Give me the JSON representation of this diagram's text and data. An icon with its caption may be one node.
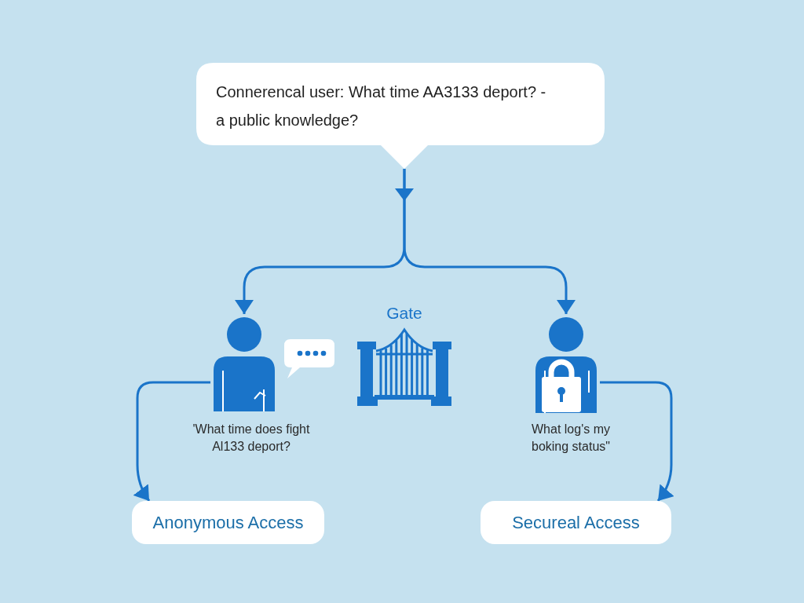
{
  "diagram": {
    "nodes": [
      {
        "text": [
          "Connerencal user: What time AA3133 deport? - a public knowledge?"
        ]
      },
      {
        "text": [],
        "shape": "person",
        "beside": [
          "'What time does fight Al133 deport?"
        ]
      },
      {
        "text": [],
        "shape": "person",
        "beside": [
          "What log's my boking status\""
        ]
      },
      {
        "text": [
          "Anonymous Access"
        ]
      },
      {
        "text": [
          "Secureal Access"
        ]
      }
    ],
    "edges": [
      {
        "from": 0,
        "to": 1,
        "arrow": "to"
      },
      {
        "from": 0,
        "to": 2,
        "arrow": "to"
      },
      {
        "from": 1,
        "to": 3,
        "arrow": "to"
      },
      {
        "from": 2,
        "to": 4,
        "arrow": "to"
      }
    ],
    "labels": [
      "Gate"
    ]
  }
}
